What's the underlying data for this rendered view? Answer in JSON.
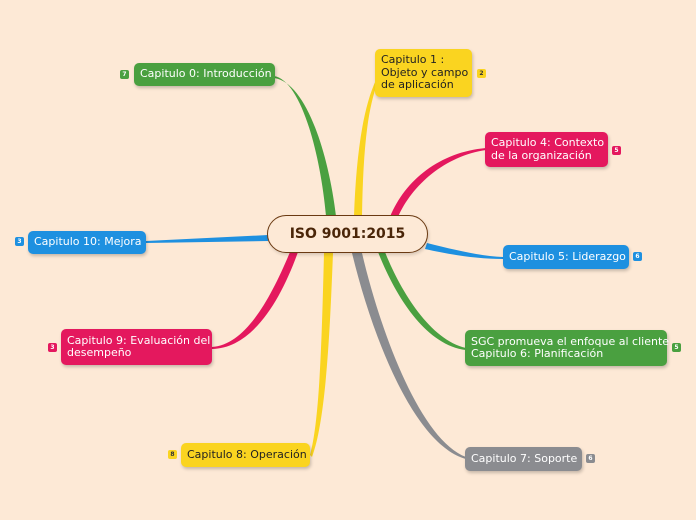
{
  "central_topic": {
    "label": "ISO 9001:2015",
    "border_color": "#6b3a12"
  },
  "colors": {
    "green": "#4aa040",
    "yellow": "#fad420",
    "pink": "#e4185e",
    "blue": "#1e90e0",
    "gray": "#8b8c90",
    "background": "#fde9d6"
  },
  "topics": [
    {
      "id": "cap0",
      "lines": [
        "Capitulo 0: Introducción"
      ],
      "badge": "7",
      "color": "green"
    },
    {
      "id": "cap1",
      "lines": [
        "Capitulo 1 :",
        "Objeto y campo",
        "de aplicación"
      ],
      "badge": "2",
      "color": "yellow"
    },
    {
      "id": "cap4",
      "lines": [
        "Capitulo 4: Contexto",
        "de la organización"
      ],
      "badge": "5",
      "color": "pink"
    },
    {
      "id": "cap10",
      "lines": [
        "Capitulo 10: Mejora"
      ],
      "badge": "3",
      "color": "blue"
    },
    {
      "id": "cap5",
      "lines": [
        "Capitulo 5: Liderazgo"
      ],
      "badge": "6",
      "color": "blue"
    },
    {
      "id": "cap9",
      "lines": [
        "Capitulo 9: Evaluación del",
        "desempeño"
      ],
      "badge": "3",
      "color": "pink"
    },
    {
      "id": "cap6",
      "lines": [
        "SGC promueva el enfoque al cliente",
        "Capitulo 6: Planificación"
      ],
      "badge": "5",
      "color": "green"
    },
    {
      "id": "cap8",
      "lines": [
        "Capitulo 8: Operación"
      ],
      "badge": "8",
      "color": "yellow"
    },
    {
      "id": "cap7",
      "lines": [
        "Capitulo 7: Soporte"
      ],
      "badge": "6",
      "color": "gray"
    }
  ]
}
